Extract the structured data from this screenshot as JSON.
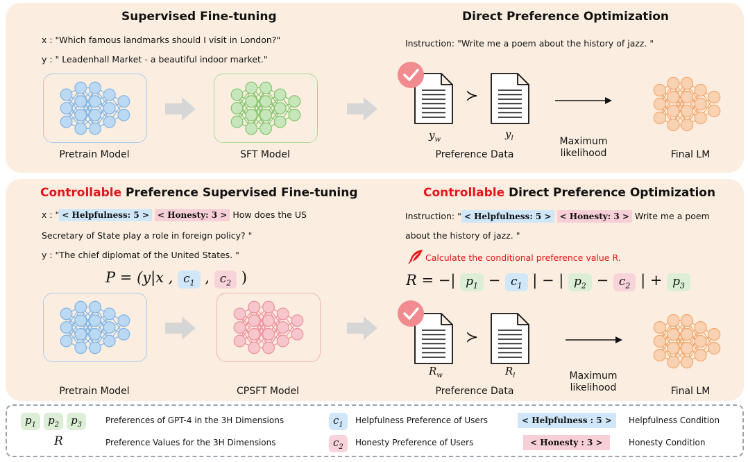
{
  "top": {
    "sft_title": "Supervised Fine-tuning",
    "x_line": "x : \"Which famous landmarks should I visit in London?\"",
    "y_line": "y : \" Leadenhall Market - a beautiful indoor market.\"",
    "pretrain_label": "Pretrain Model",
    "sft_label": "SFT Model",
    "dpo_title": "Direct Preference Optimization",
    "instruction": "Instruction: \"Write me a poem about the history of jazz. \"",
    "yw": "y",
    "yw_sub": "w",
    "yl": "y",
    "yl_sub": "l",
    "pref_label": "Preference Data",
    "ml_line1": "Maximum",
    "ml_line2": "likelihood",
    "final_label": "Final LM",
    "succ": "≻"
  },
  "bottom": {
    "sft_title_red": "Controllable",
    "sft_title_rest": "Preference Supervised Fine-tuning",
    "x_prefix": "x : \"",
    "tag_help": "< Helpfulness: 5 >",
    "tag_hon": "< Honesty: 3 >",
    "x_rest": "How does the US",
    "x_line2": "Secretary of State play a role in foreign policy? \"",
    "y_line": "y :  \"The chief diplomat of the United States. \"",
    "formula_p": "P = (y|x ,",
    "c1": "c",
    "c1_sub": "1",
    "comma": ",",
    "c2": "c",
    "c2_sub": "2",
    "close_paren": ")",
    "pretrain_label": "Pretrain Model",
    "cpsft_label": "CPSFT Model",
    "dpo_title_red": "Controllable",
    "dpo_title_rest": "Direct Preference Optimization",
    "instr_prefix": "Instruction: \"",
    "instr_rest": "Write me a poem",
    "instr_line2": "about the history of jazz. \"",
    "calc_text": "Calculate the conditional preference value R.",
    "r_eq": "R = −|",
    "p1": "p",
    "p1_sub": "1",
    "minus1": "−",
    "bar_minus": "| − |",
    "p2": "p",
    "p2_sub": "2",
    "minus2": "−",
    "bar_plus": "| +",
    "p3": "p",
    "p3_sub": "3",
    "rw": "R",
    "rw_sub": "w",
    "rl": "R",
    "rl_sub": "l",
    "pref_label": "Preference Data",
    "ml_line1": "Maximum",
    "ml_line2": "likelihood",
    "final_label": "Final LM",
    "succ": "≻"
  },
  "legend": {
    "p_desc": "Preferences of GPT-4 in the 3H Dimensions",
    "r_sym": "R",
    "r_desc": "Preference Values for the 3H Dimensions",
    "c1_desc": "Helpfulness Preference of Users",
    "c2_desc": "Honesty Preference of Users",
    "help_tag": "< Helpfulness : 5 >",
    "help_desc": "Helpfulness Condition",
    "hon_tag": "< Honesty : 3 >",
    "hon_desc": "Honesty Condition"
  },
  "colors": {
    "panel_bg": "#fbeee0",
    "blue_net": "#7fb4e6",
    "green_net": "#7fc66a",
    "pink_net": "#ee8f9c",
    "orange_net": "#f2a66a",
    "red_text": "#e8141b",
    "tag_blue": "#cfe7f9",
    "tag_pink": "#f8cfd6",
    "tag_green": "#dcefd6"
  },
  "icons": [
    "neural-network-icon",
    "arrow-right-icon",
    "document-icon",
    "checkmark-badge-icon",
    "quill-pen-icon"
  ]
}
